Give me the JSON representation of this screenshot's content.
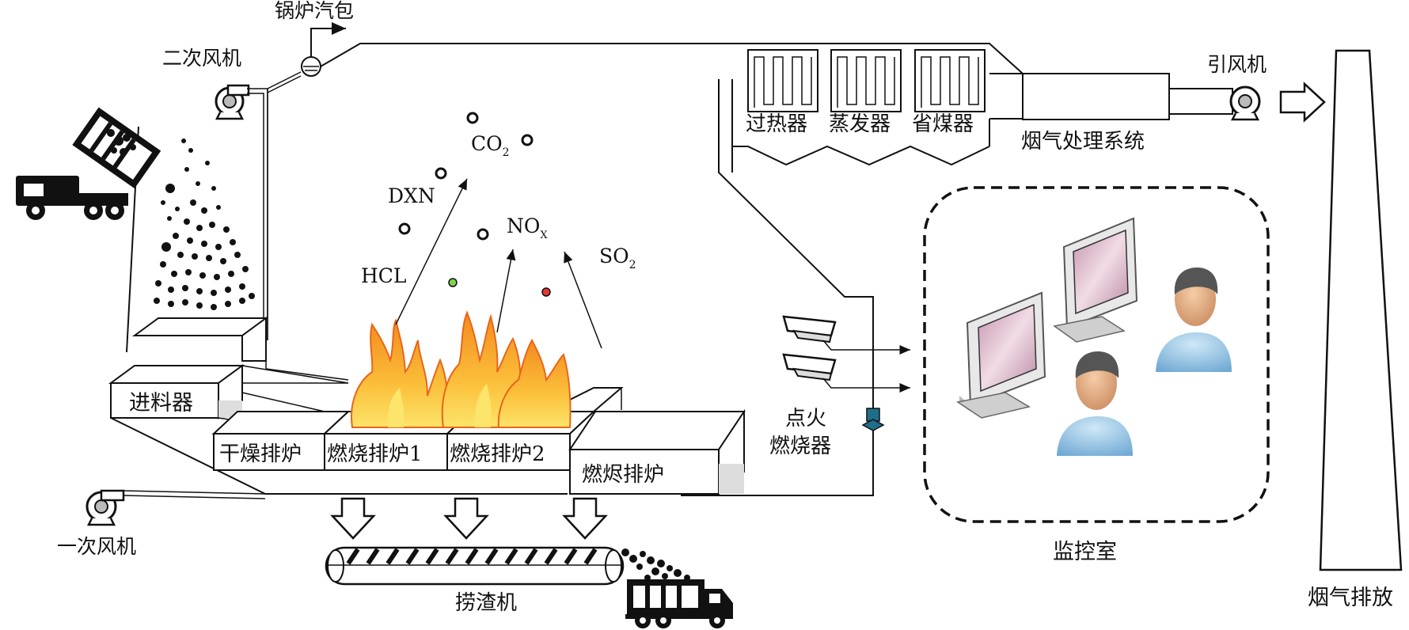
{
  "labels": {
    "boiler_drum": "锅炉汽包",
    "secondary_fan": "二次风机",
    "feeder": "进料器",
    "drying_grate": "干燥排炉",
    "burn_grate_1": "燃烧排炉1",
    "burn_grate_2": "燃烧排炉2",
    "burnout_grate": "燃烬排炉",
    "primary_fan": "一次风机",
    "slag_remover": "捞渣机",
    "superheater": "过热器",
    "evaporator": "蒸发器",
    "economizer": "省煤器",
    "flue_gas_system": "烟气处理系统",
    "induced_fan": "引风机",
    "ignition_burner_1": "点火",
    "ignition_burner_2": "燃烧器",
    "control_room": "监控室",
    "exhaust": "烟气排放"
  },
  "gases": {
    "hcl": "HCL",
    "dxn": "DXN",
    "co2": "CO",
    "co2_sub": "2",
    "nox": "NO",
    "nox_sub": "X",
    "so2": "SO",
    "so2_sub": "2"
  },
  "colors": {
    "line": "#111111",
    "flame_outer": "#f7a21b",
    "flame_inner": "#fde46a",
    "flame_edge": "#e9661a",
    "monitor_screen": "#d9b7c7",
    "person_shirt": "#8fc3e6",
    "person_skin": "#e8b48a",
    "valve": "#1f6f8b",
    "dot_green": "#7fd14a",
    "dot_red": "#e53935"
  }
}
